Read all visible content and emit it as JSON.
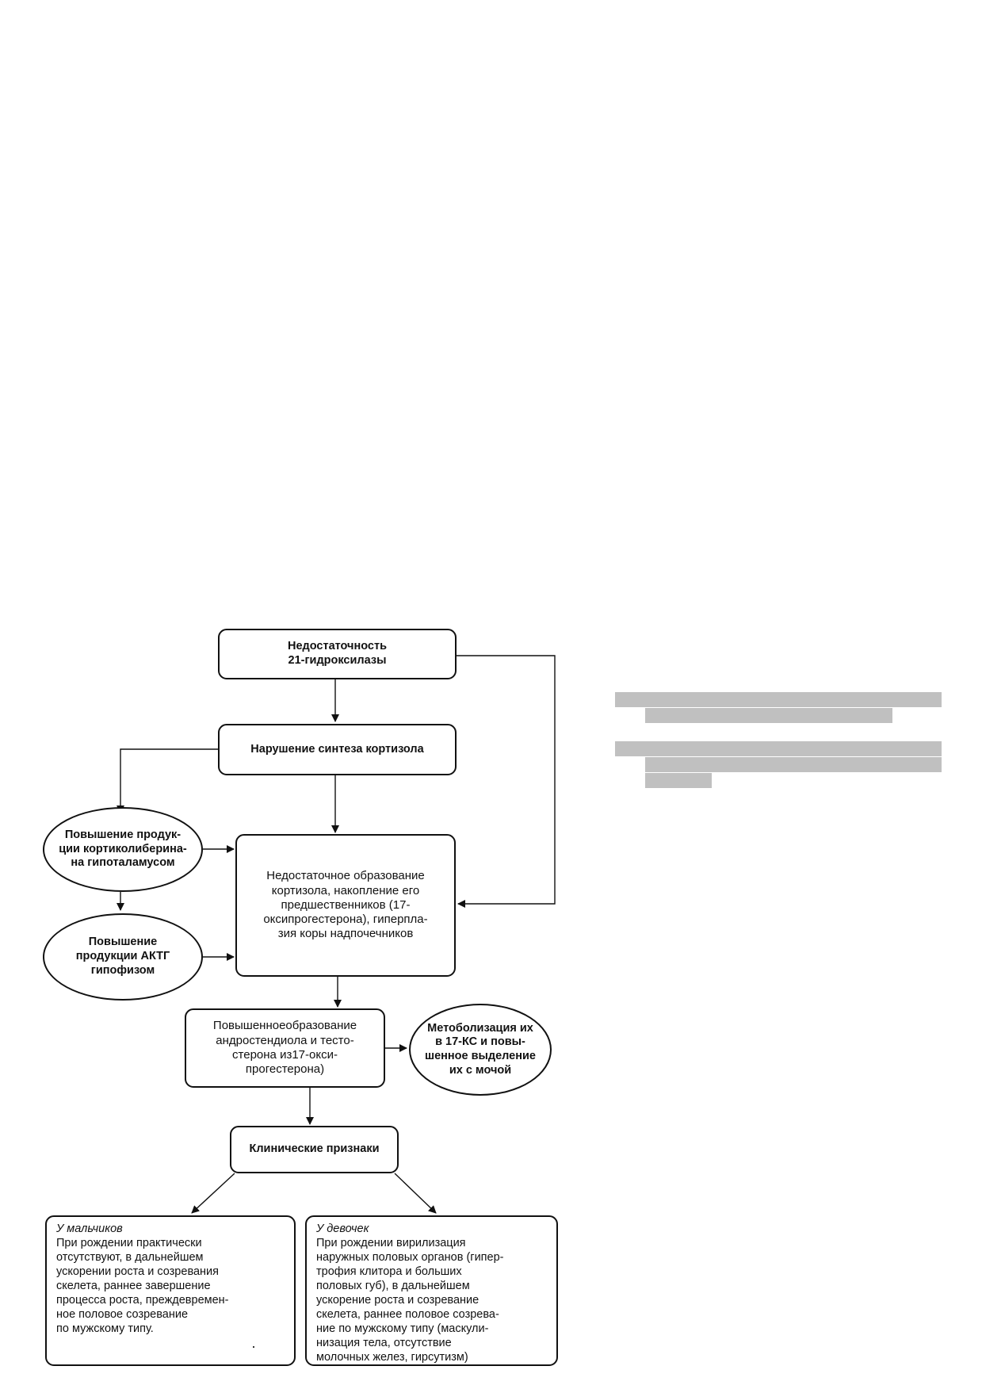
{
  "nodes": {
    "deficiency": "Недостаточность\n21-гидроксилазы",
    "cortisol_synthesis": "Нарушение синтеза кортизола",
    "corticoliberin": "Повышение продук-\nции кортиколиберина-\nна гипоталамусом",
    "acth": "Повышение\nпродукции АКТГ\nгипофизом",
    "insufficient_cortisol": "Недостаточное образование\nкортизола, накопление его\nпредшественников (17-\nоксипрогестерона), гиперпла-\nзия коры надпочечников",
    "androgens": "Повышенноеобразование\nандростендиола и тесто-\nстерона из17-окси-\nпрогестерона)",
    "metabolism": "Метоболизация их\nв 17-КС и повы-\nшенное выделение\nих с мочой",
    "clinical": "Клинические признаки",
    "boys_title": "У мальчиков",
    "boys_body": "При рождении практически\nотсутствуют, в дальнейшем\nускорении роста и созревания\nскелета, раннее завершение\nпроцесса роста, преждевремен-\nное половое созревание\nпо мужскому типу.",
    "girls_title": "У девочек",
    "girls_body": "При рождении вирилизация\nнаружных половых органов (гипер-\nтрофия клитора и больших\nполовых губ), в дальнейшем\nускорение роста и созревание\nскелета, раннее половое созрева-\nние по мужскому типу (маскули-\nнизация тела, отсутствие\nмолочных желез, гирсутизм)"
  },
  "colors": {
    "stroke": "#111111",
    "redaction": "#c0c0c0",
    "background": "#ffffff"
  }
}
